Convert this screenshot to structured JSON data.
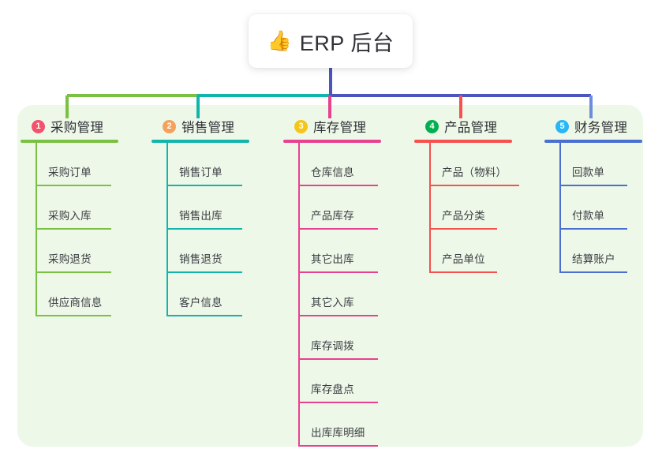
{
  "page": {
    "background_color": "#ffffff",
    "panel_color": "#eef8e9"
  },
  "root": {
    "emoji": "👍",
    "icon_name": "thumbs-up-icon",
    "title": "ERP 后台",
    "stem_color": "#4a56bd"
  },
  "connector": {
    "segment_colors": [
      "#7ac143",
      "#12b5ab",
      "#4a56bd",
      "#4a56bd"
    ]
  },
  "columns": [
    {
      "number": "1",
      "title": "采购管理",
      "badge_color": "#f4516c",
      "line_color": "#7ac143",
      "drop_color": "#7ac143",
      "items": [
        {
          "label": "采购订单"
        },
        {
          "label": "采购入库"
        },
        {
          "label": "采购退货"
        },
        {
          "label": "供应商信息"
        }
      ]
    },
    {
      "number": "2",
      "title": "销售管理",
      "badge_color": "#f5a15c",
      "line_color": "#12b5ab",
      "drop_color": "#12b5ab",
      "items": [
        {
          "label": "销售订单"
        },
        {
          "label": "销售出库"
        },
        {
          "label": "销售退货"
        },
        {
          "label": "客户信息"
        }
      ]
    },
    {
      "number": "3",
      "title": "库存管理",
      "badge_color": "#f5c518",
      "line_color": "#e8418f",
      "drop_color": "#e8418f",
      "items": [
        {
          "label": "仓库信息"
        },
        {
          "label": "产品库存"
        },
        {
          "label": "其它出库"
        },
        {
          "label": "其它入库"
        },
        {
          "label": "库存调拨"
        },
        {
          "label": "库存盘点"
        },
        {
          "label": "出库库明细"
        }
      ]
    },
    {
      "number": "4",
      "title": "产品管理",
      "badge_color": "#00b050",
      "line_color": "#f5514f",
      "drop_color": "#f5514f",
      "items": [
        {
          "label": "产品（物料）"
        },
        {
          "label": "产品分类"
        },
        {
          "label": "产品单位"
        }
      ]
    },
    {
      "number": "5",
      "title": "财务管理",
      "badge_color": "#29b6f6",
      "line_color": "#4a6fd1",
      "drop_color": "#6b8ddb",
      "items": [
        {
          "label": "回款单"
        },
        {
          "label": "付款单"
        },
        {
          "label": "结算账户"
        }
      ]
    }
  ]
}
